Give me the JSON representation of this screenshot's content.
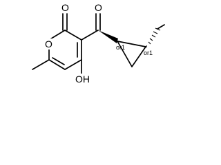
{
  "molecule": {
    "atoms": {
      "ring_oxygen": "O",
      "carbonyl_oxygen_lactone": "O",
      "carbonyl_oxygen_ketone": "O",
      "hydroxyl": "OH"
    },
    "stereo_labels": {
      "cyclopropane_c1": "or1",
      "cyclopropane_c2": "or1"
    }
  }
}
